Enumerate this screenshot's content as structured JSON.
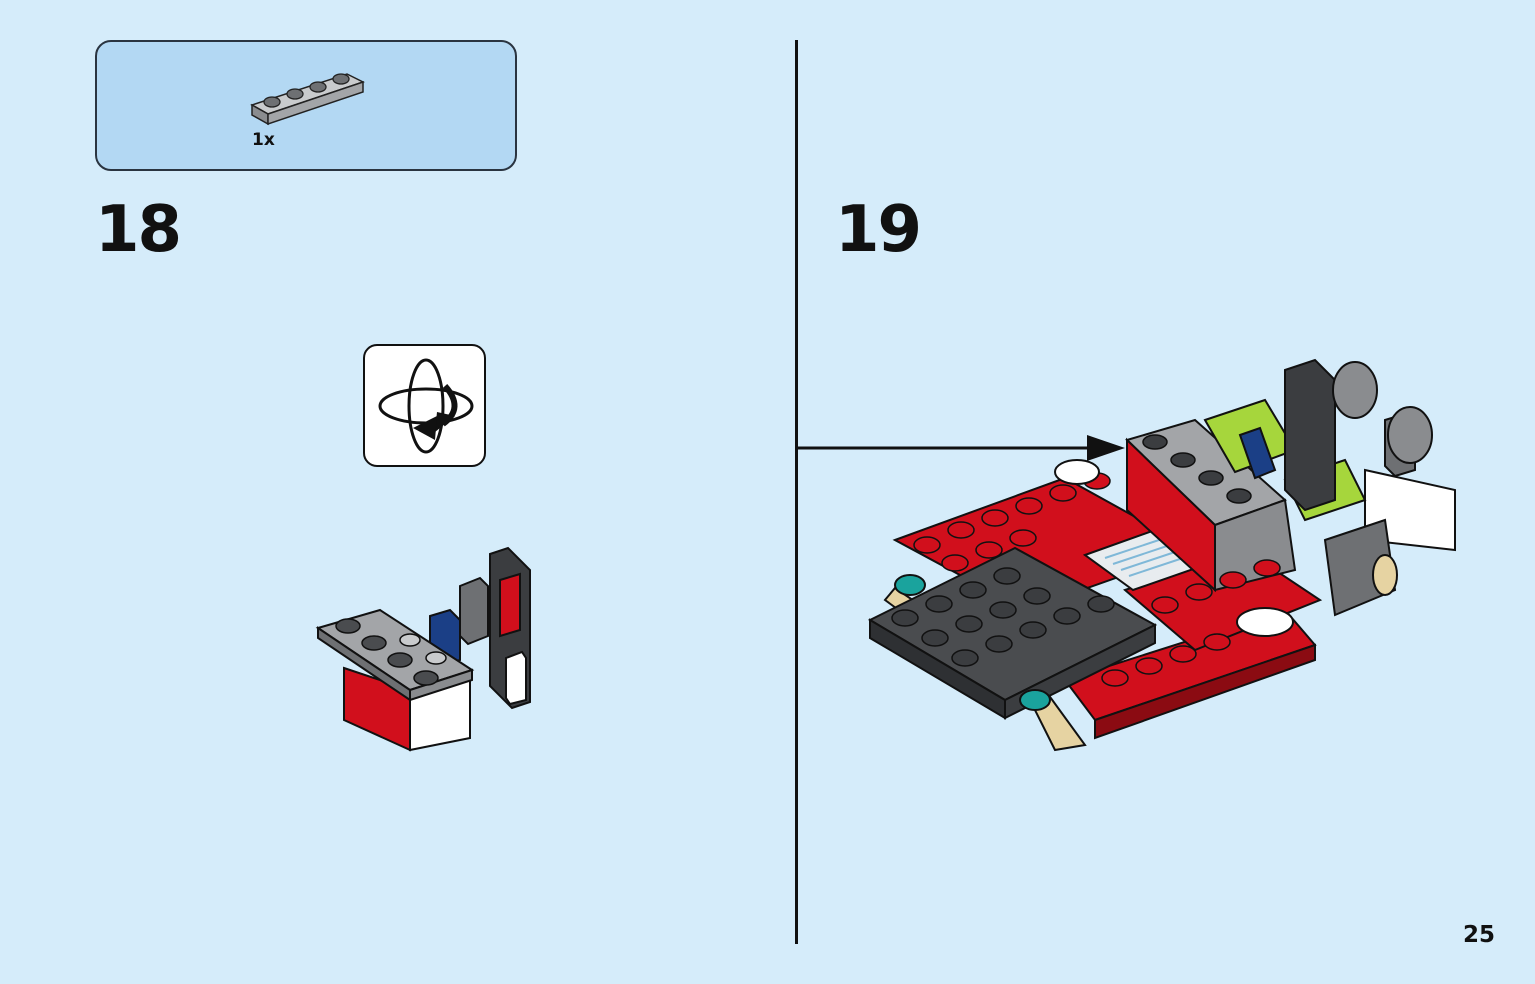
{
  "parts_callout": {
    "quantity": "1x",
    "part_color": "#a3a5a8",
    "part_icon": "plate-1x4-light-gray"
  },
  "steps": [
    {
      "number": "18"
    },
    {
      "number": "19"
    }
  ],
  "rotate_icon": "rotate-model-icon",
  "page_number": "25",
  "colors": {
    "background": "#d5ecfa",
    "callout_bg": "#b3d8f3",
    "red": "#d10f1c",
    "dark_gray": "#4a4c4f",
    "light_gray": "#a3a5a8",
    "blue": "#1b3f86",
    "lime": "#a6d63c",
    "teal": "#1aa39d",
    "tan": "#e6d3a2"
  }
}
